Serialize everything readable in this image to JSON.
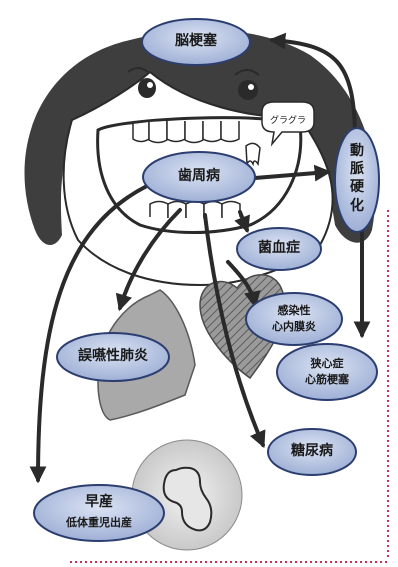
{
  "center": {
    "label": "歯周病"
  },
  "diseases": {
    "stroke": "脳梗塞",
    "arteriosclerosis": "動脈硬化",
    "bacteremia": "菌血症",
    "endocarditis": [
      "感染性",
      "心内膜炎"
    ],
    "angina": [
      "狭心症",
      "心筋梗塞"
    ],
    "pneumonia": "誤嚥性肺炎",
    "diabetes": "糖尿病",
    "preterm": [
      "早産",
      "低体重児出産"
    ]
  },
  "speech": {
    "text": "グラグラ"
  },
  "colors": {
    "ellipse_fill": "#b9c6e3",
    "ellipse_stroke": "#2c3e70",
    "hair": "#3e3e3e",
    "arrow": "#2a2a2a",
    "lung": "#a9a9a9",
    "heart": "#8f8f8f",
    "womb": "#dcdcdc",
    "border_dots": "#c8305a"
  }
}
